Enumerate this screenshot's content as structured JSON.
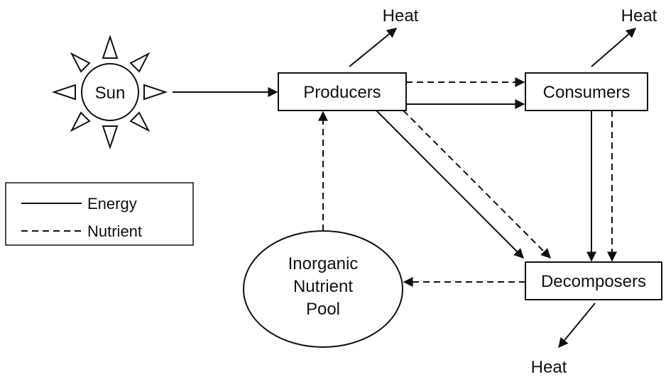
{
  "nodes": {
    "sun": "Sun",
    "producers": "Producers",
    "consumers": "Consumers",
    "decomposers": "Decomposers",
    "pool_line1": "Inorganic",
    "pool_line2": "Nutrient",
    "pool_line3": "Pool"
  },
  "heat_labels": {
    "producers": "Heat",
    "consumers": "Heat",
    "decomposers": "Heat"
  },
  "legend": {
    "energy": "Energy",
    "nutrient": "Nutrient"
  }
}
